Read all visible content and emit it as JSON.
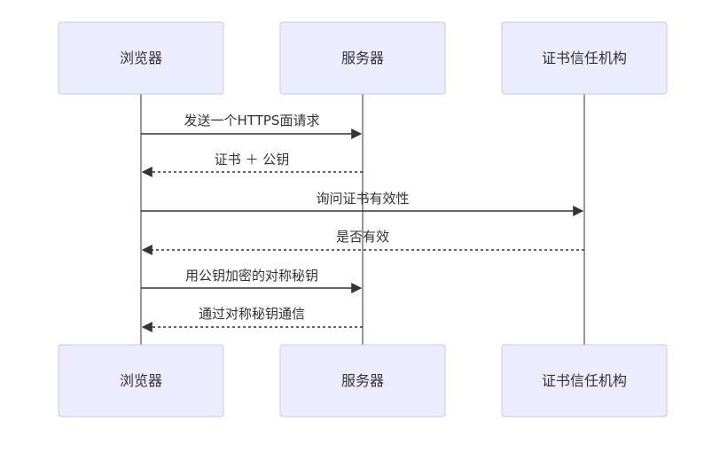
{
  "participants": [
    {
      "id": "browser",
      "label": "浏览器"
    },
    {
      "id": "server",
      "label": "服务器"
    },
    {
      "id": "ca",
      "label": "证书信任机构"
    }
  ],
  "messages": [
    {
      "from": "browser",
      "to": "server",
      "text": "发送一个HTTPS面请求",
      "style": "solid"
    },
    {
      "from": "server",
      "to": "browser",
      "text": "证书 ＋ 公钥",
      "style": "dashed"
    },
    {
      "from": "browser",
      "to": "ca",
      "text": "询问证书有效性",
      "style": "solid"
    },
    {
      "from": "ca",
      "to": "browser",
      "text": "是否有效",
      "style": "dashed"
    },
    {
      "from": "browser",
      "to": "server",
      "text": "用公钥加密的对称秘钥",
      "style": "solid"
    },
    {
      "from": "server",
      "to": "browser",
      "text": "通过对称秘钥通信",
      "style": "dashed"
    }
  ],
  "colors": {
    "actor_fill": "#ececff",
    "actor_border": "#c8c8f0",
    "line": "#333333"
  }
}
